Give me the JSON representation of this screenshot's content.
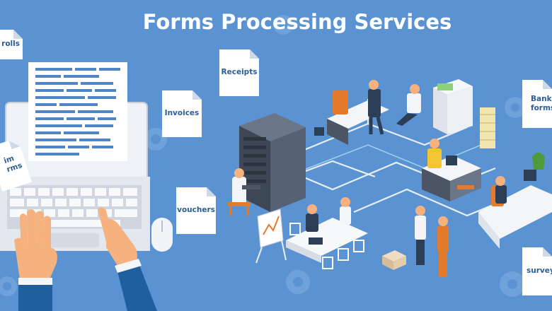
{
  "header": {
    "title": "Forms Processing Services"
  },
  "documents": {
    "payrolls": "rolls",
    "claim_forms": "im\nrms",
    "invoices": "Invoices",
    "vouchers": "vouchers",
    "receipts": "Receipts",
    "bank_forms": "Bank\nforms",
    "surveys": "survey"
  },
  "colors": {
    "background": "#5b93d2",
    "document_text": "#2d5d94",
    "desk": "#f3f5f8",
    "chair": "#e37a2c",
    "server": "#4b5564",
    "connection_lines": "#e8eef6"
  },
  "icons": [
    "gear-icon",
    "laptop-icon",
    "mouse-icon",
    "server-rack-icon",
    "printer-icon",
    "whiteboard-icon",
    "document-icon",
    "hand-icon"
  ]
}
